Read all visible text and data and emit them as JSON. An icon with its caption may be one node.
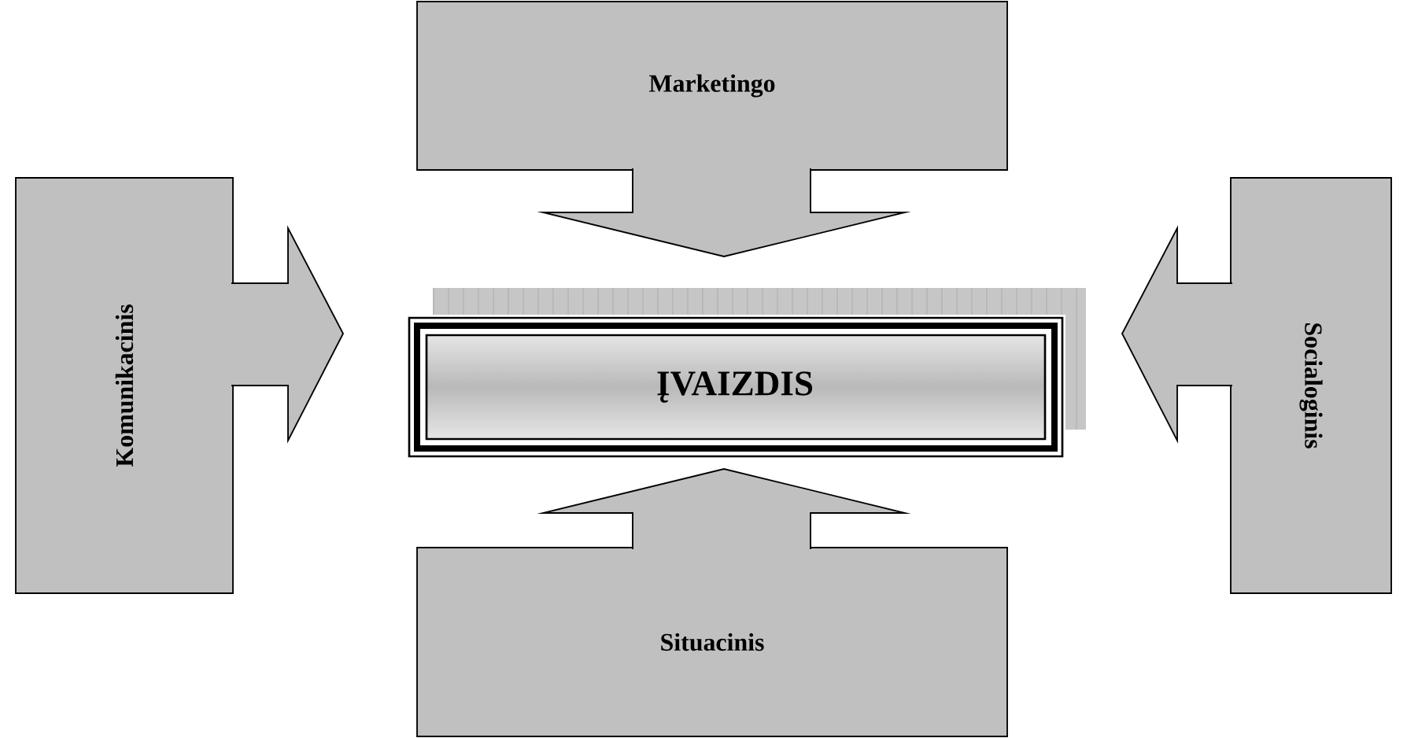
{
  "diagram": {
    "nodes": [
      {
        "text": [
          "ĮVAIZDIS"
        ]
      },
      {
        "text": [
          "Marketingo"
        ]
      },
      {
        "text": [
          "Komunikacinis"
        ]
      },
      {
        "text": [
          "Socialoginis"
        ]
      },
      {
        "text": [
          "Situacinis"
        ]
      }
    ],
    "edges": [
      {
        "from": 1,
        "to": 0,
        "arrow": "to"
      },
      {
        "from": 2,
        "to": 0,
        "arrow": "to"
      },
      {
        "from": 3,
        "to": 0,
        "arrow": "to"
      },
      {
        "from": 4,
        "to": 0,
        "arrow": "to"
      }
    ]
  }
}
